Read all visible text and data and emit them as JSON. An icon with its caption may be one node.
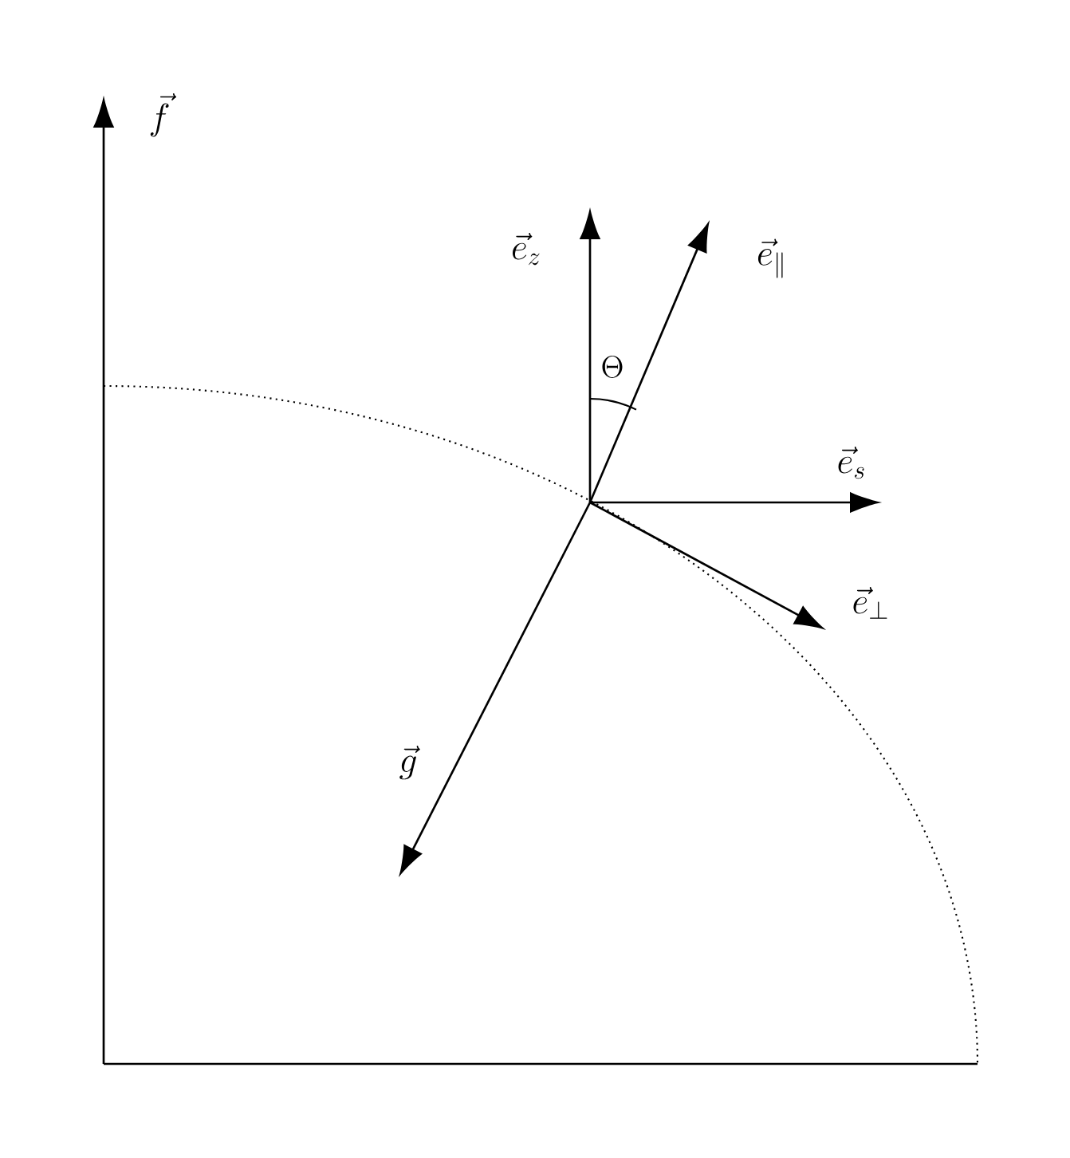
{
  "diagram": {
    "labels": [
      "\\vec{f}",
      "\\vec{e}_z",
      "\\vec{e}_\\parallel",
      "\\Theta",
      "\\vec{e}_s",
      "\\vec{e}_\\perp",
      "\\vec{g}"
    ]
  }
}
